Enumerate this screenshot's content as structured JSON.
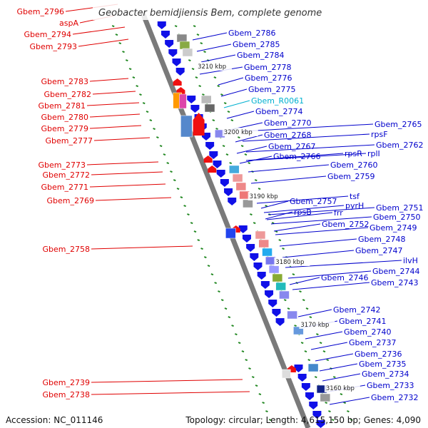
{
  "title": "Geobacter bemidjiensis Bem, complete genome",
  "footer": {
    "accession": "Accession: NC_011146",
    "summary": "Topology: circular; Length: 4,615,150 bp; Genes: 4,090"
  },
  "colors": {
    "left_labels": "#e00000",
    "right_labels": "#0000cc",
    "rna_label": "#00b0d0",
    "backbone": "#7a7a7a",
    "ticks": "#228822"
  },
  "kbp_markers": [
    "3210 kbp",
    "3200 kbp",
    "3190 kbp",
    "3180 kbp",
    "3170 kbp",
    "3160 kbp"
  ],
  "left_genes": [
    "Gbem_2796",
    "aspA",
    "Gbem_2794",
    "Gbem_2793",
    "Gbem_2783",
    "Gbem_2782",
    "Gbem_2781",
    "Gbem_2780",
    "Gbem_2779",
    "Gbem_2777",
    "Gbem_2773",
    "Gbem_2772",
    "Gbem_2771",
    "Gbem_2769",
    "Gbem_2758",
    "Gbem_2739",
    "Gbem_2738"
  ],
  "right_genes": [
    "Gbem_2786",
    "Gbem_2785",
    "Gbem_2784",
    "Gbem_2778",
    "Gbem_2776",
    "Gbem_2775",
    "Gbem_R0061",
    "Gbem_2774",
    "Gbem_2770",
    "Gbem_2765",
    "rpsF",
    "Gbem_2768",
    "Gbem_2767",
    "Gbem_2762",
    "Gbem_2766",
    "rpsR",
    "rplI",
    "Gbem_2760",
    "Gbem_2759",
    "tsf",
    "Gbem_2757",
    "pyrH",
    "rpsB",
    "frr",
    "Gbem_2751",
    "Gbem_2750",
    "Gbem_2752",
    "Gbem_2749",
    "Gbem_2748",
    "Gbem_2747",
    "ilvH",
    "Gbem_2744",
    "Gbem_2746",
    "Gbem_2743",
    "Gbem_2742",
    "Gbem_2741",
    "Gbem_2740",
    "Gbem_2737",
    "Gbem_2736",
    "Gbem_2735",
    "Gbem_2734",
    "Gbem_2733",
    "Gbem_2732"
  ]
}
